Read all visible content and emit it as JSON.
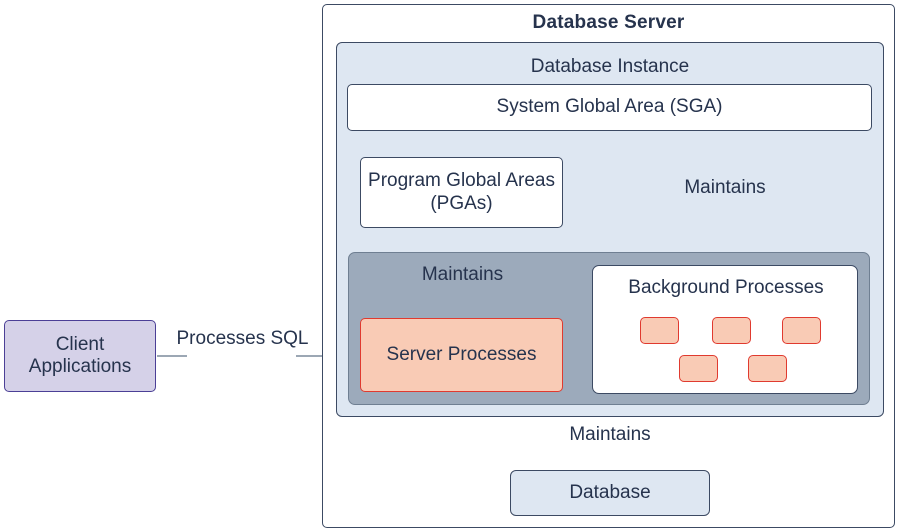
{
  "diagram": {
    "title": "Database Server",
    "instance": {
      "title": "Database Instance"
    },
    "sga": {
      "label": "System Global Area (SGA)"
    },
    "pga": {
      "label": "Program Global Areas (PGAs)"
    },
    "server_processes": {
      "label": "Server Processes"
    },
    "background_processes": {
      "label": "Background Processes",
      "chip_count": 5
    },
    "database": {
      "label": "Database"
    },
    "client_applications": {
      "label": "Client Applications"
    },
    "connectors": {
      "processes_sql": "Processes SQL",
      "maintains_pga": "Maintains",
      "maintains_server_processes": "Maintains",
      "maintains_database": "Maintains"
    },
    "colors": {
      "instance_fill": "#dee7f2",
      "process_region_fill": "#9caabb",
      "process_fill": "#f9cbb5",
      "process_stroke": "#e03a2f",
      "client_fill": "#d5d1e8",
      "client_stroke": "#4b3f96",
      "outline": "#3c4a63",
      "text": "#26334d",
      "white": "#ffffff"
    }
  }
}
